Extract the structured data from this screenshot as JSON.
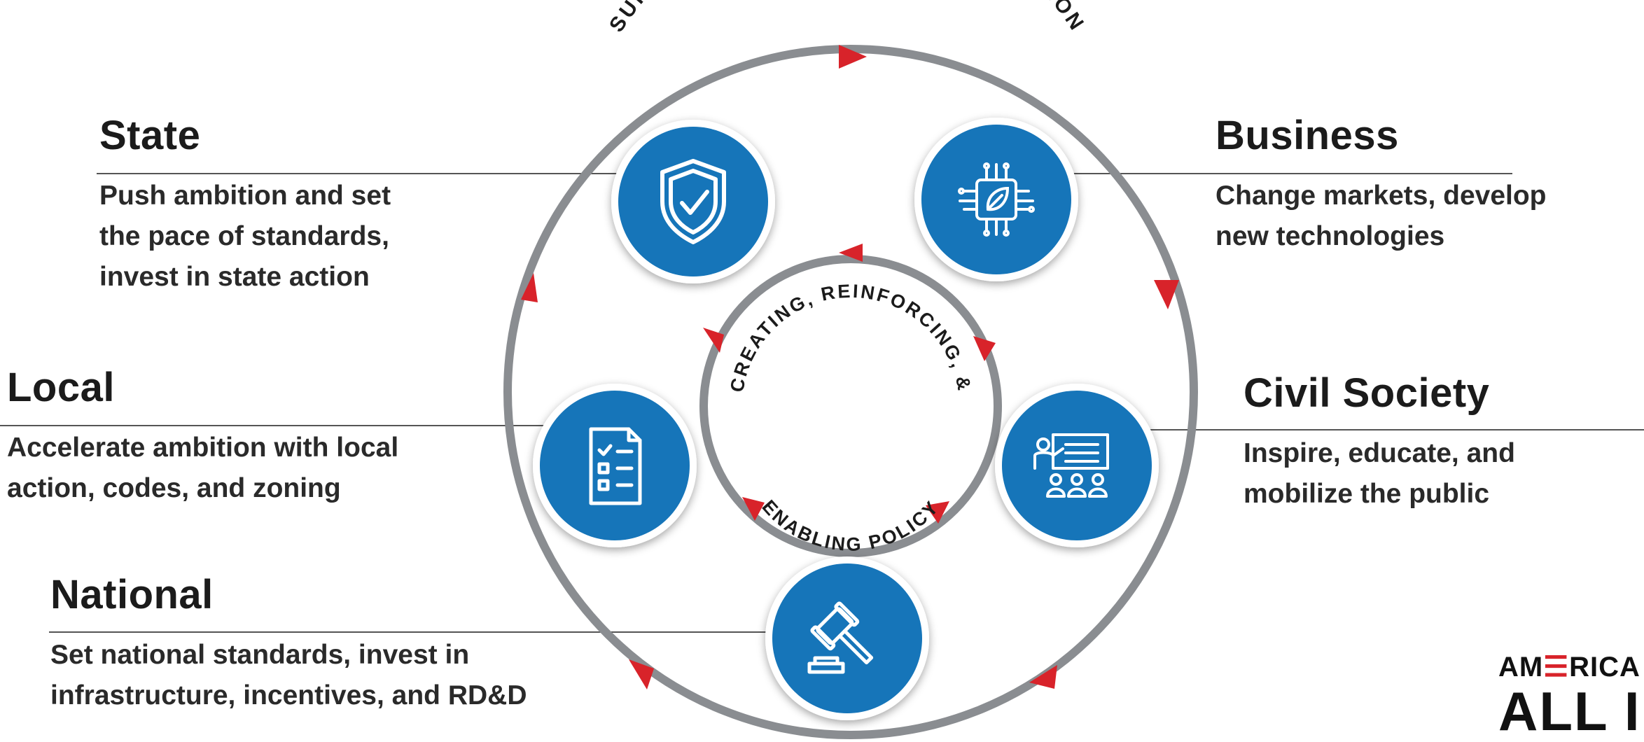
{
  "diagram": {
    "outer_ring_label": "SUPPORTING AMBITIOUS CLIMATE ACTION",
    "inner_ring_top_label": "CREATING, REINFORCING, &",
    "inner_ring_bottom_label": "ENABLING POLICY"
  },
  "actors": [
    {
      "id": "state",
      "title": "State",
      "lines": [
        "Push ambition and set",
        "the pace of standards,",
        "invest in state action"
      ],
      "icon": "shield-check-icon"
    },
    {
      "id": "business",
      "title": "Business",
      "lines": [
        "Change markets, develop",
        "new technologies"
      ],
      "icon": "leaf-circuit-icon"
    },
    {
      "id": "local",
      "title": "Local",
      "lines": [
        "Accelerate ambition with local",
        "action, codes, and zoning"
      ],
      "icon": "checklist-icon"
    },
    {
      "id": "civil",
      "title": "Civil Society",
      "lines": [
        "Inspire, educate, and",
        "mobilize the public"
      ],
      "icon": "presentation-icon"
    },
    {
      "id": "national",
      "title": "National",
      "lines": [
        "Set national standards, invest in",
        "infrastructure, incentives, and RD&D"
      ],
      "icon": "gavel-icon"
    }
  ],
  "logo": {
    "line1_a": "AM",
    "line1_b": "RICA",
    "line2": "ALL I"
  },
  "colors": {
    "ring": "#8a8d91",
    "arrow": "#d8232a",
    "circle": "#1274b9",
    "circle_border": "#ffffff",
    "leader": "#555555"
  }
}
